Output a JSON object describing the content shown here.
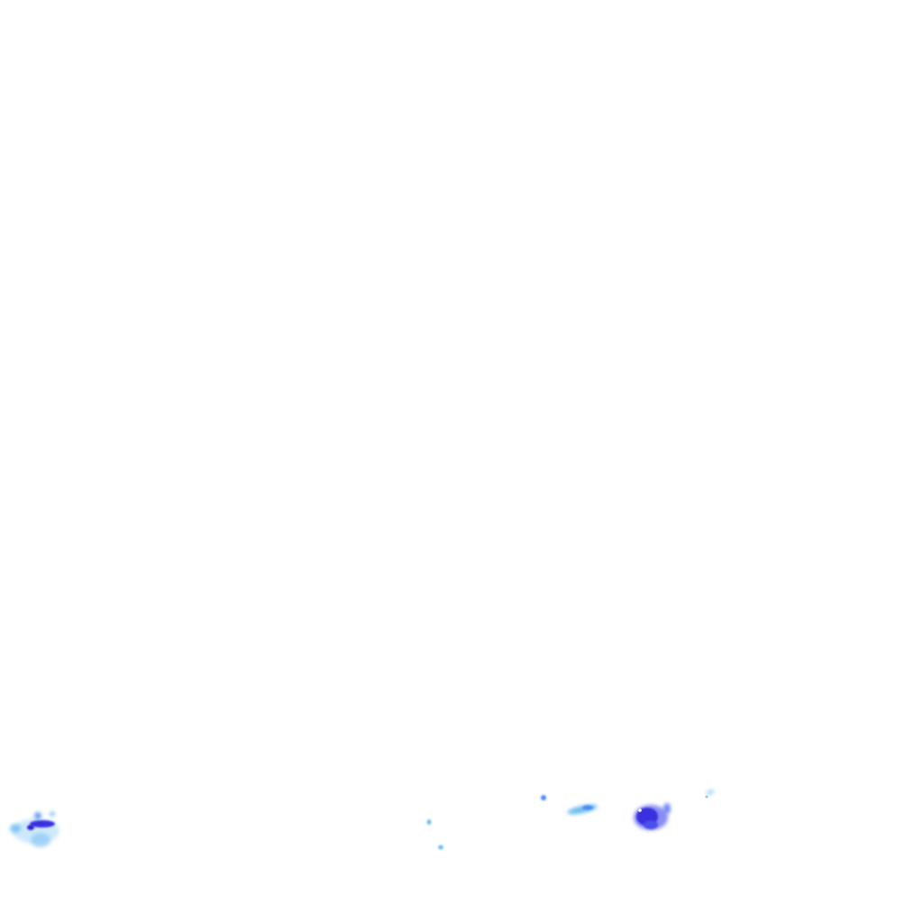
{
  "map": {
    "background_color": "#ffffff",
    "layer": "precipitation-radar",
    "intensity_colors": {
      "light": "#a8d8f8",
      "light_medium": "#6cbcf0",
      "medium": "#4a8af0",
      "heavy": "#3a4ae8",
      "very_heavy": "#2a20d8"
    },
    "cells": [
      {
        "name": "echo-cluster-west",
        "intensity": "heavy"
      },
      {
        "name": "echo-speck-center-1",
        "intensity": "light_medium"
      },
      {
        "name": "echo-speck-center-2",
        "intensity": "light_medium"
      },
      {
        "name": "echo-speck-east-1",
        "intensity": "medium"
      },
      {
        "name": "echo-band-east",
        "intensity": "light_medium"
      },
      {
        "name": "echo-cell-east-core",
        "intensity": "very_heavy"
      },
      {
        "name": "echo-fleck-far-east",
        "intensity": "light"
      }
    ]
  }
}
